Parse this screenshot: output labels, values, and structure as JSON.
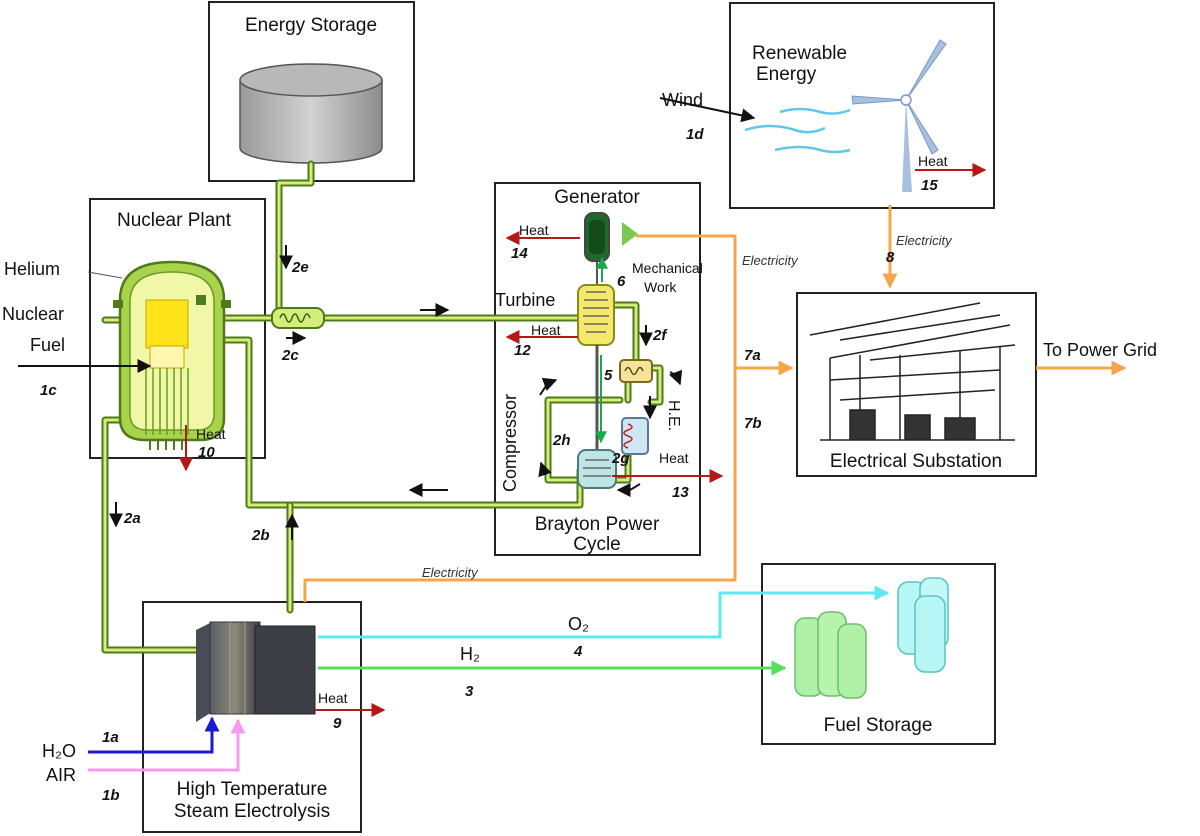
{
  "boxes": {
    "energy_storage": "Energy Storage",
    "nuclear_plant": "Nuclear Plant",
    "generator": "Generator",
    "brayton_line1": "Brayton Power",
    "brayton_line2": "Cycle",
    "renewable_line1": "Renewable",
    "renewable_line2": "Energy",
    "substation": "Electrical Substation",
    "electrolysis_line1": "High Temperature",
    "electrolysis_line2": "Steam Electrolysis",
    "fuel_storage": "Fuel Storage"
  },
  "labels": {
    "helium": "Helium",
    "nuclear_fuel_1": "Nuclear",
    "nuclear_fuel_2": "Fuel",
    "wind": "Wind",
    "turbine": "Turbine",
    "compressor": "Compressor",
    "he": "H.E.",
    "mech_1": "Mechanical",
    "mech_2": "Work",
    "to_grid": "To Power Grid",
    "h2o": "H₂O",
    "air": "AIR",
    "o2": "O₂",
    "h2": "H₂",
    "heat": "Heat",
    "electricity": "Electricity"
  },
  "streams": {
    "s1a": "1a",
    "s1b": "1b",
    "s1c": "1c",
    "s1d": "1d",
    "s2a": "2a",
    "s2b": "2b",
    "s2c": "2c",
    "s2e": "2e",
    "s2f": "2f",
    "s2g": "2g",
    "s2h": "2h",
    "s3": "3",
    "s4": "4",
    "s5": "5",
    "s6": "6",
    "s7a": "7a",
    "s7b": "7b",
    "s8": "8",
    "s9": "9",
    "s10": "10",
    "s12": "12",
    "s13": "13",
    "s14": "14",
    "s15": "15"
  },
  "colors": {
    "pipe_dark": "#4f7a1c",
    "pipe_light": "#d4ee7a",
    "electricity": "#f5a54a",
    "heat": "#b51818",
    "oxygen": "#5ee8f2",
    "hydrogen": "#54e05a",
    "water": "#1a1ad6",
    "air": "#f59aee"
  }
}
